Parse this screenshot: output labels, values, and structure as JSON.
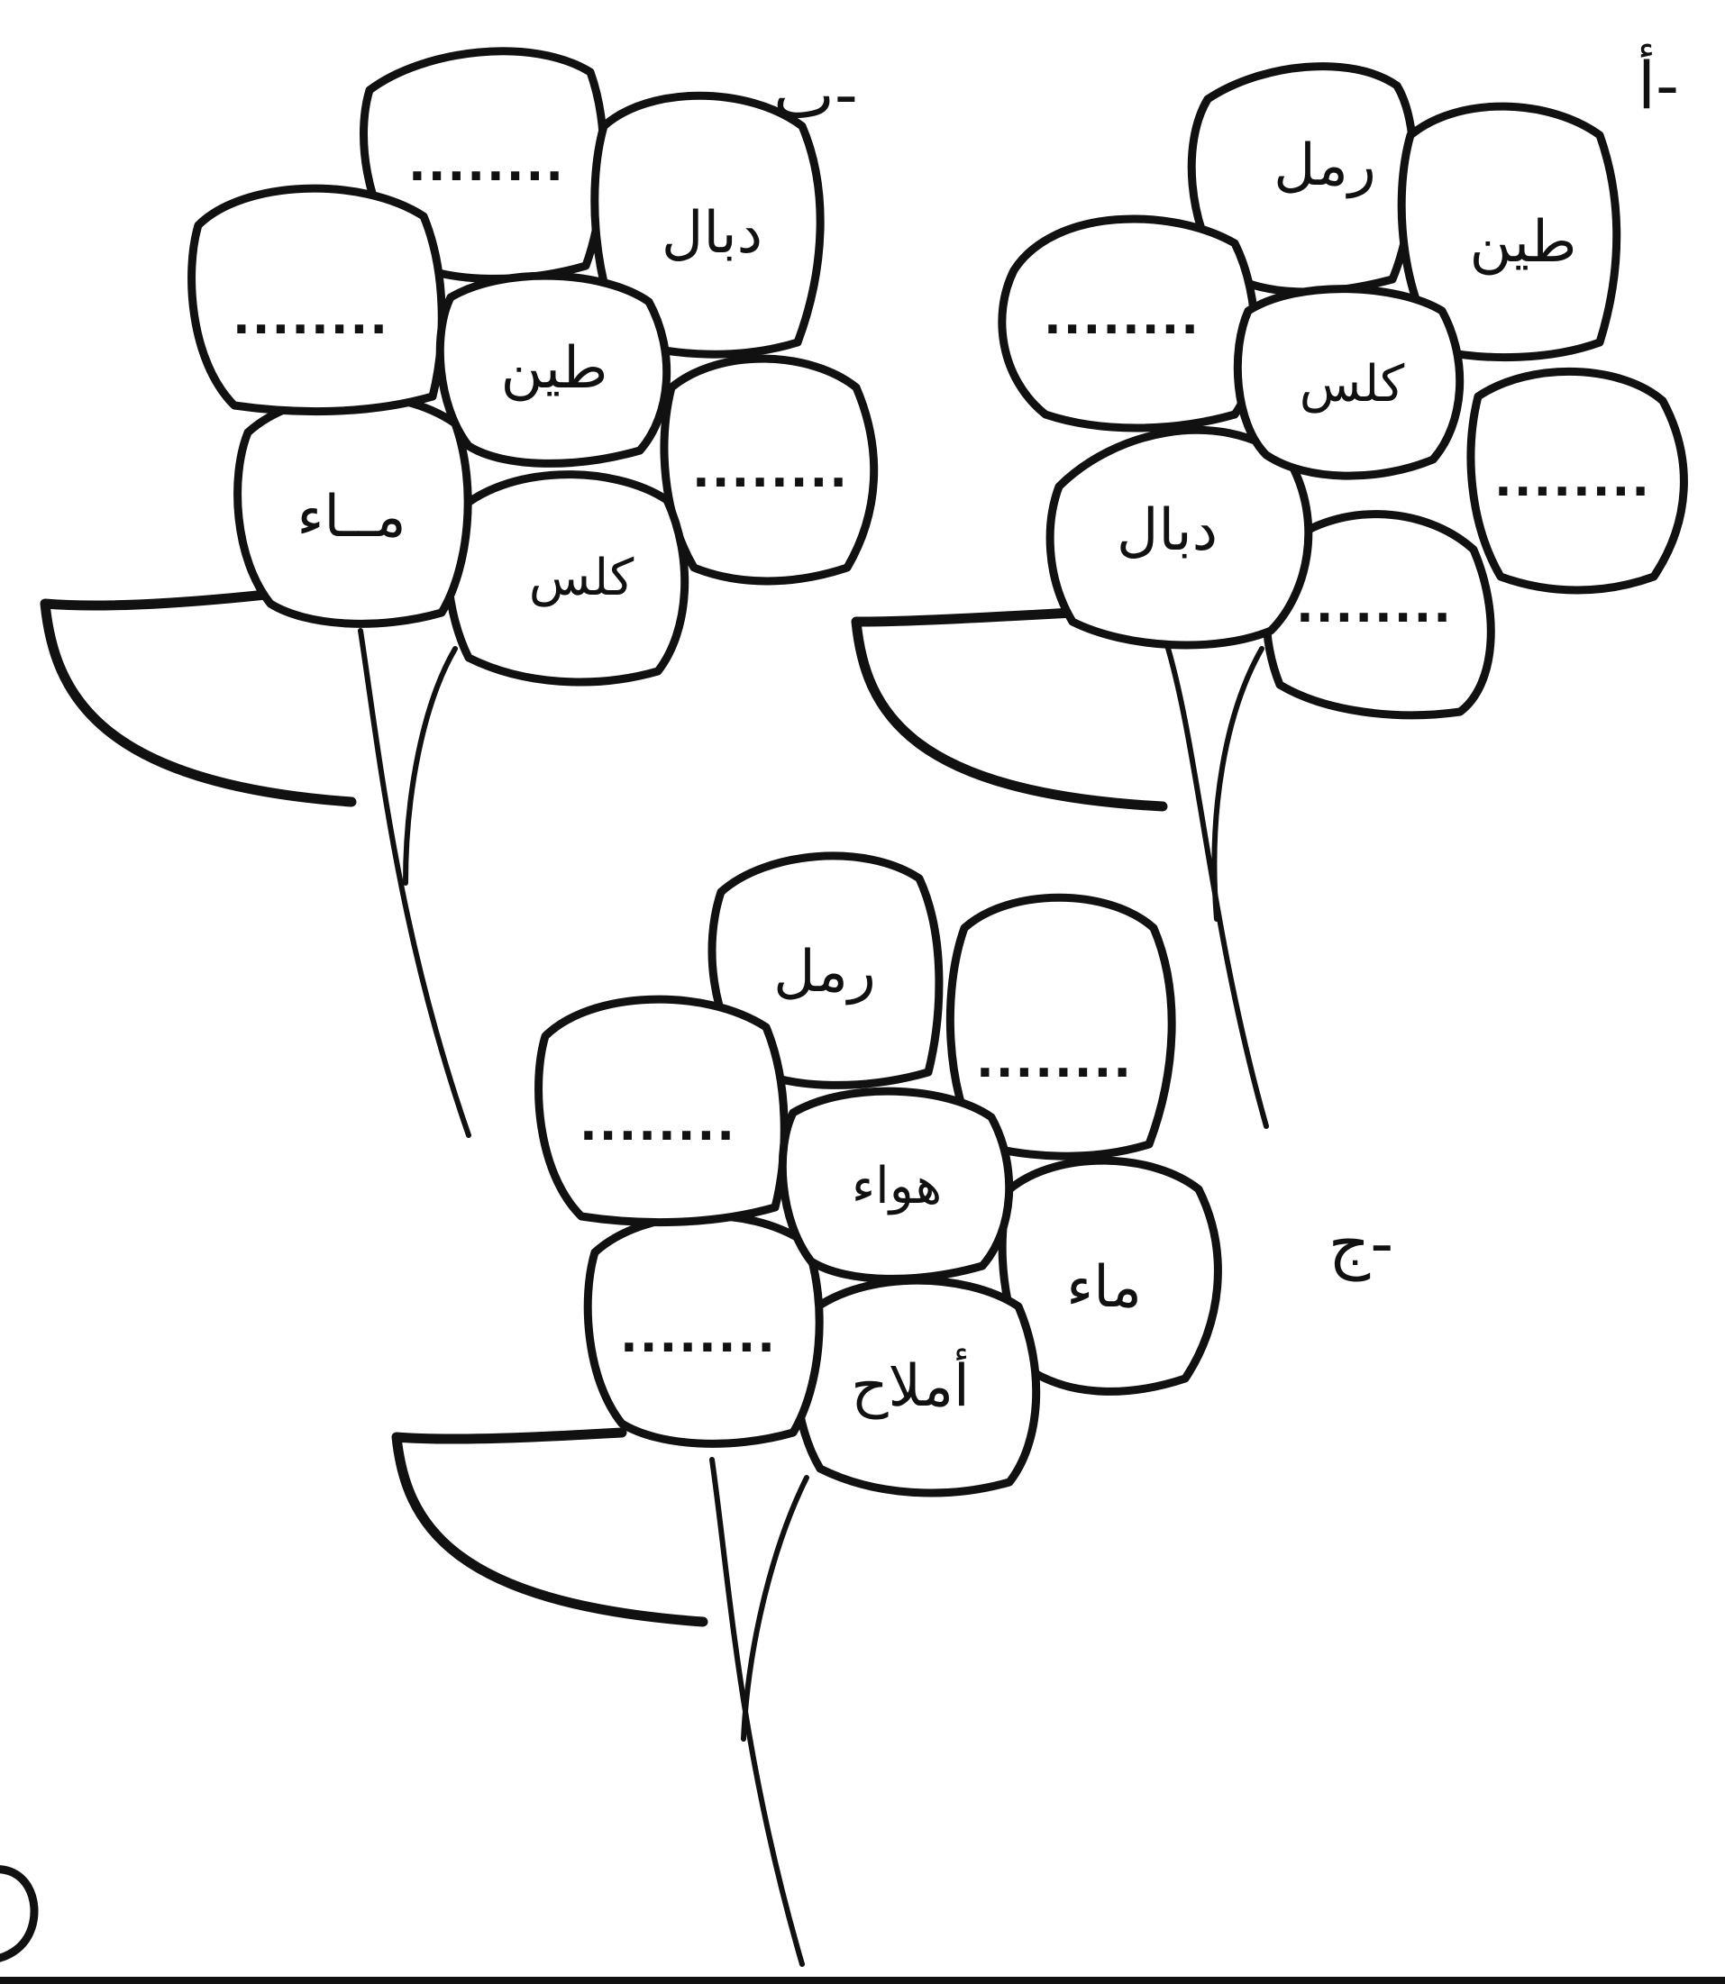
{
  "flowers": {
    "a": {
      "label": "أ-",
      "center": "كلس",
      "petals": [
        "رمل",
        "طين",
        "........",
        "........",
        "دبال",
        "........"
      ]
    },
    "b": {
      "label": "ب-",
      "center": "طين",
      "petals": [
        "........",
        "دبال",
        "........",
        "كلس",
        "مــاء",
        "........"
      ]
    },
    "c": {
      "label": "ج-",
      "center": "هواء",
      "petals": [
        "رمل",
        "........",
        "ماء",
        "أملاح",
        "........",
        "........"
      ]
    }
  }
}
